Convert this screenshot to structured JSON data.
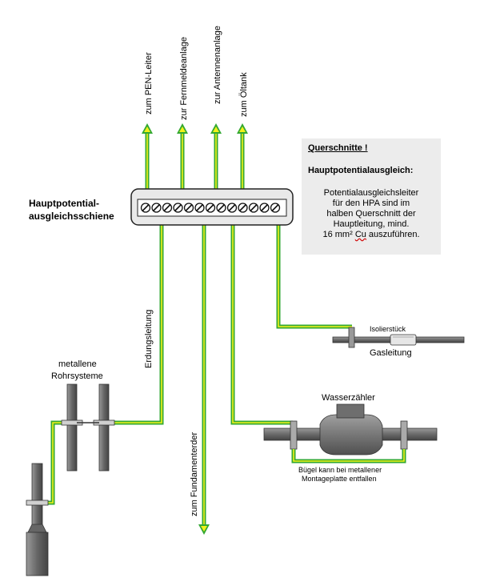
{
  "diagram": {
    "top_labels": [
      "zum PEN-Leiter",
      "zur Fernmeldeanlage",
      "zur Antennenanlage",
      "zum Öltank"
    ],
    "rail_label_line1": "Hauptpotential-",
    "rail_label_line2": "ausgleichsschiene",
    "left_labels": {
      "erdung": "Erdungsleitung",
      "rohr_line1": "metallene",
      "rohr_line2": "Rohrsysteme"
    },
    "center_label": "zum Fundamenterder",
    "gas": {
      "isolier": "Isolierstück",
      "gasleitung": "Gasleitung"
    },
    "water": {
      "title": "Wasserzähler",
      "note_line1": "Bügel kann bei metallener",
      "note_line2": "Montageplatte entfallen"
    }
  },
  "info_box": {
    "title": "Querschnitte !",
    "subtitle": "Hauptpotentialausgleich:",
    "line1": "Potentialausgleichsleiter",
    "line2": "für den HPA sind im",
    "line3": "halben Querschnitt der",
    "line4": "Hauptleitung, mind.",
    "line5_prefix": "16 mm² ",
    "line5_cu": "Cu",
    "line5_suffix": " auszuführen."
  },
  "colors": {
    "wire_green": "#33a832",
    "wire_yellow": "#f2f21a",
    "pipe_gray": "#707070",
    "rail_fill": "#e9e9e9"
  }
}
